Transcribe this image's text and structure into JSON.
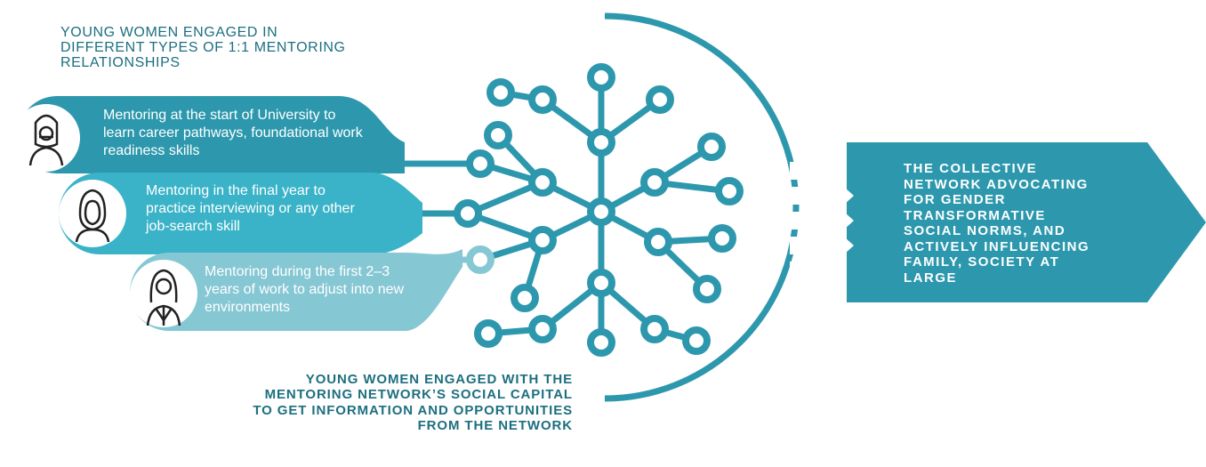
{
  "top_heading": "YOUNG WOMEN ENGAGED IN DIFFERENT TYPES OF 1:1 MENTORING RELATIONSHIPS",
  "mentoring_types": [
    {
      "text": "Mentoring at the start of University to learn career pathways, foundational work readiness skills",
      "color": "#2d98ad",
      "icon": "woman-headscarf-icon"
    },
    {
      "text": "Mentoring in the final year to practice interviewing or any other job-search skill",
      "color": "#3ab3c8",
      "icon": "woman-hijab-icon"
    },
    {
      "text": "Mentoring during the first 2–3 years of work to adjust into new environments",
      "color": "#86c7d4",
      "icon": "woman-professional-icon"
    }
  ],
  "bottom_heading": "YOUNG WOMEN ENGAGED WITH THE MENTORING NETWORK’S SOCIAL CAPITAL TO GET INFORMATION AND OPPORTUNITIES FROM THE NETWORK",
  "outcome_text": "THE COLLECTIVE NETWORK ADVOCATING FOR GENDER TRANSFORMATIVE SOCIAL NORMS, AND ACTIVELY INFLUENCING FAMILY, SOCIETY AT LARGE",
  "colors": {
    "network": "#2d98ad",
    "heading": "#1d6f80",
    "arrow": "#2d98ad"
  }
}
